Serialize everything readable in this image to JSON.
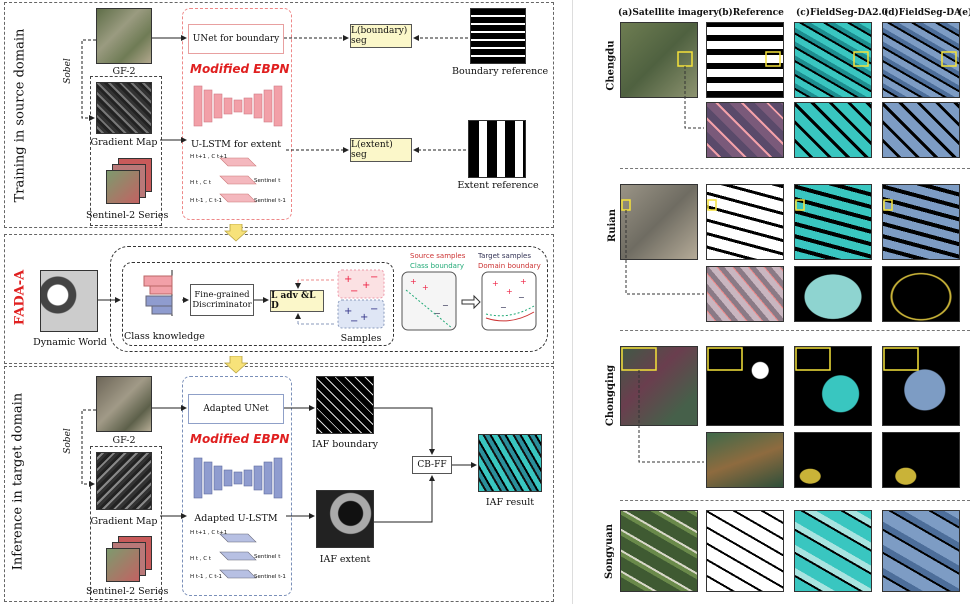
{
  "left": {
    "sections": {
      "training": "Training in source domain",
      "fada": "FADA-A",
      "inference": "Inference in target domain"
    },
    "training": {
      "gf2": "GF-2",
      "sobel": "Sobel",
      "gradient_map": "Gradient Map",
      "sentinel": "Sentinel-2 Series",
      "unet_boundary": "UNet for boundary",
      "modified_ebpn": "Modified EBPN",
      "ulstm_extent": "U-LSTM for extent",
      "loss_boundary": "L(boundary) seg",
      "loss_extent": "L(extent) seg",
      "boundary_reference": "Boundary reference",
      "extent_reference": "Extent reference",
      "lstm_h1": "H t+1 , C t+1",
      "lstm_h2": "H t , C t",
      "lstm_h3": "H t-1 , C t-1",
      "lstm_s1": "Sentinel t",
      "lstm_s2": "Sentinel t-1"
    },
    "fada": {
      "dynamic_world": "Dynamic World",
      "class_knowledge": "Class knowledge",
      "discriminator": "Fine-grained Discriminator",
      "loss": "L adv &L D",
      "samples": "Samples",
      "legend_source": "Source samples",
      "legend_target": "Target samples",
      "legend_class": "Class boundary",
      "legend_domain": "Domain boundary"
    },
    "inference": {
      "gf2": "GF-2",
      "sobel": "Sobel",
      "gradient_map": "Gradient Map",
      "sentinel": "Sentinel-2 Series",
      "adapted_unet": "Adapted UNet",
      "modified_ebpn": "Modified EBPN",
      "adapted_ulstm": "Adapted U-LSTM",
      "iaf_boundary": "IAF boundary",
      "iaf_extent": "IAF extent",
      "cbff": "CB-FF",
      "iaf_result": "IAF result",
      "lstm_h1": "H t+1 , C t+1",
      "lstm_h2": "H t , C t",
      "lstm_h3": "H t-1 , C t-1",
      "lstm_s1": "Sentinel t",
      "lstm_s2": "Sentinel t-1"
    }
  },
  "right": {
    "columns": [
      "(a)Satellite imagery",
      "(b)Reference",
      "(c)FieldSeg-DA2.0",
      "(d)FieldSeg-DA",
      "(e)"
    ],
    "rows": [
      "Chengdu",
      "Ruian",
      "Chongqing",
      "Songyuan"
    ]
  },
  "colors": {
    "pink_block": "#f2a0a8",
    "blue_block": "#8f9ccf",
    "loss_fill": "#fbf7c9",
    "ebpn_red": "#e02020",
    "fada_red": "#e02020",
    "arrow_yellow": "#f7e27a",
    "cyan_field": "#39c6c0",
    "blue_field": "#7d9cc4"
  }
}
